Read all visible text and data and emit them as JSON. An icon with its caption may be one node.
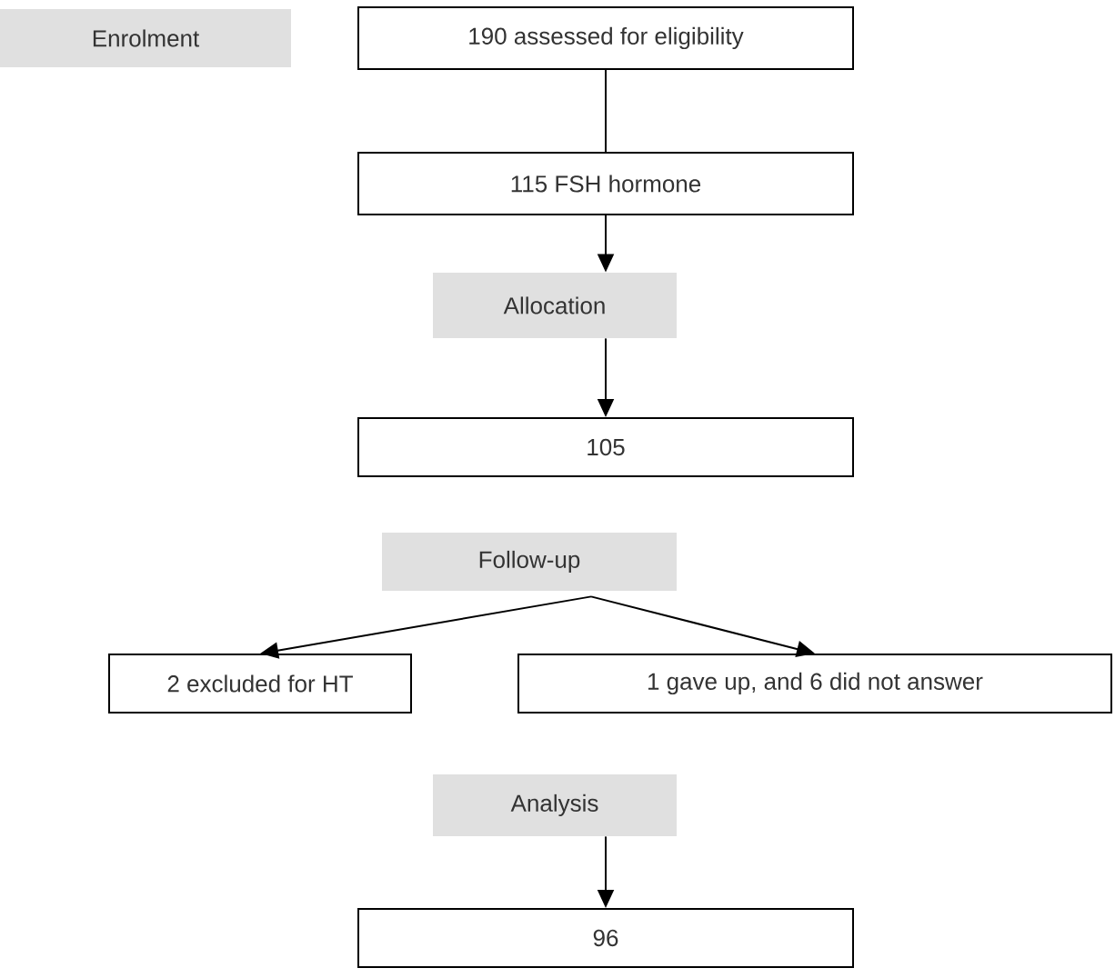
{
  "diagram": {
    "nodes": [
      {
        "text": [
          "Enrolment"
        ]
      },
      {
        "text": [
          "190 assessed for eligibility"
        ]
      },
      {
        "text": [
          "115 FSH hormone"
        ]
      },
      {
        "text": [
          "Allocation"
        ]
      },
      {
        "text": [
          "105"
        ]
      },
      {
        "text": [
          "Follow-up"
        ]
      },
      {
        "text": [
          "2 excluded for HT"
        ]
      },
      {
        "text": [
          "1 gave up, and 6 did not answer"
        ]
      },
      {
        "text": [
          "Analysis"
        ]
      },
      {
        "text": [
          "96"
        ]
      }
    ],
    "edges": [
      {
        "from": 1,
        "to": 2,
        "arrow": "none"
      },
      {
        "from": 2,
        "to": 3,
        "arrow": "to"
      },
      {
        "from": 3,
        "to": 4,
        "arrow": "to"
      },
      {
        "from": 5,
        "to": 6,
        "arrow": "to"
      },
      {
        "from": 5,
        "to": 7,
        "arrow": "to"
      },
      {
        "from": 8,
        "to": 9,
        "arrow": "to"
      }
    ]
  }
}
